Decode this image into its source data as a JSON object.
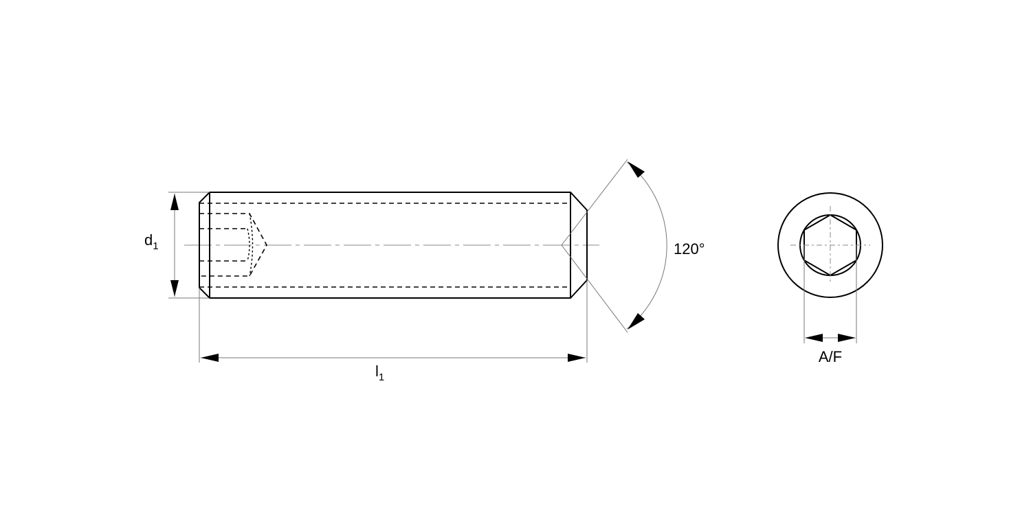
{
  "labels": {
    "diameter": "d",
    "diameter_sub": "1",
    "length": "l",
    "length_sub": "1",
    "angle": "120°",
    "across_flats": "A/F"
  }
}
